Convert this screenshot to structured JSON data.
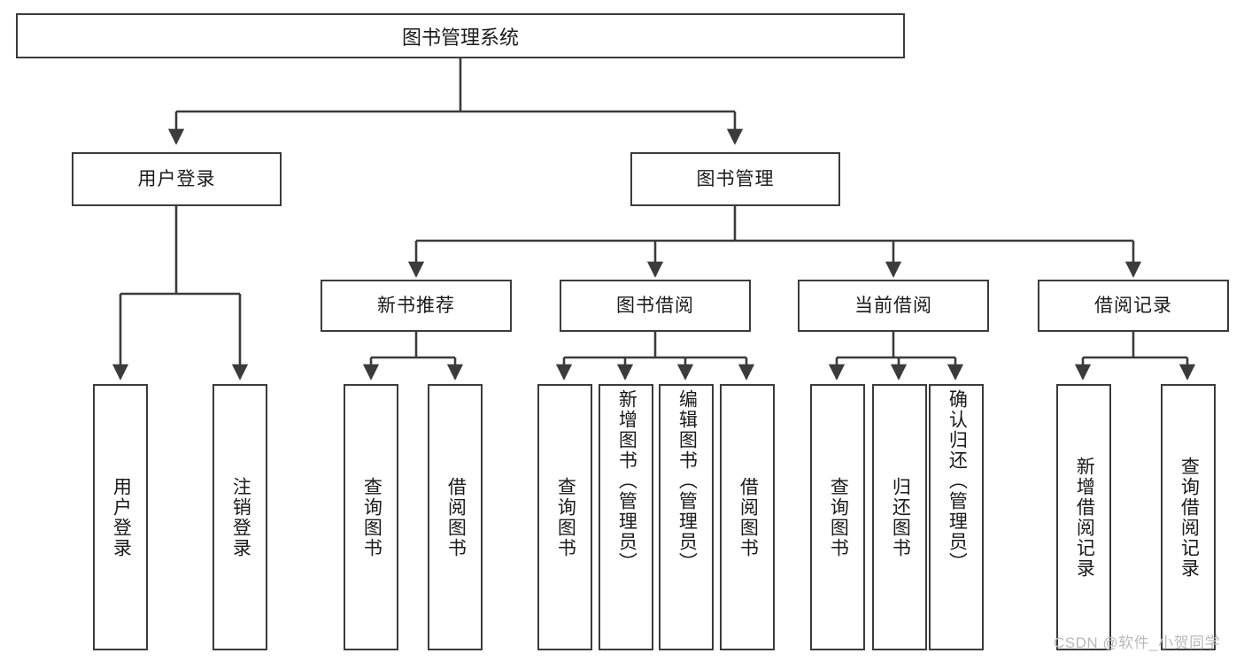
{
  "diagram": {
    "title": "图书管理系统",
    "type": "tree-hierarchy-chart",
    "root": {
      "label": "图书管理系统"
    },
    "level2": [
      {
        "label": "用户登录"
      },
      {
        "label": "图书管理"
      }
    ],
    "level3": [
      {
        "label": "新书推荐"
      },
      {
        "label": "图书借阅"
      },
      {
        "label": "当前借阅"
      },
      {
        "label": "借阅记录"
      }
    ],
    "leaves": {
      "user_login": [
        {
          "label": "用户登录"
        },
        {
          "label": "注销登录"
        }
      ],
      "new_book_recommend": [
        {
          "label": "查询图书"
        },
        {
          "label": "借阅图书"
        }
      ],
      "book_borrow": [
        {
          "label": "查询图书"
        },
        {
          "label": "新增图书（管理员）"
        },
        {
          "label": "编辑图书（管理员）"
        },
        {
          "label": "借阅图书"
        }
      ],
      "current_borrow": [
        {
          "label": "查询图书"
        },
        {
          "label": "归还图书"
        },
        {
          "label": "确认归还（管理员）"
        }
      ],
      "borrow_record": [
        {
          "label": "新增借阅记录"
        },
        {
          "label": "查询借阅记录"
        }
      ]
    },
    "watermark": "CSDN @软件_小贺同学",
    "colors": {
      "border": "#3b3b3b",
      "text": "#1a1a1a",
      "background": "#ffffff",
      "watermark": "#b9b9b9"
    }
  }
}
